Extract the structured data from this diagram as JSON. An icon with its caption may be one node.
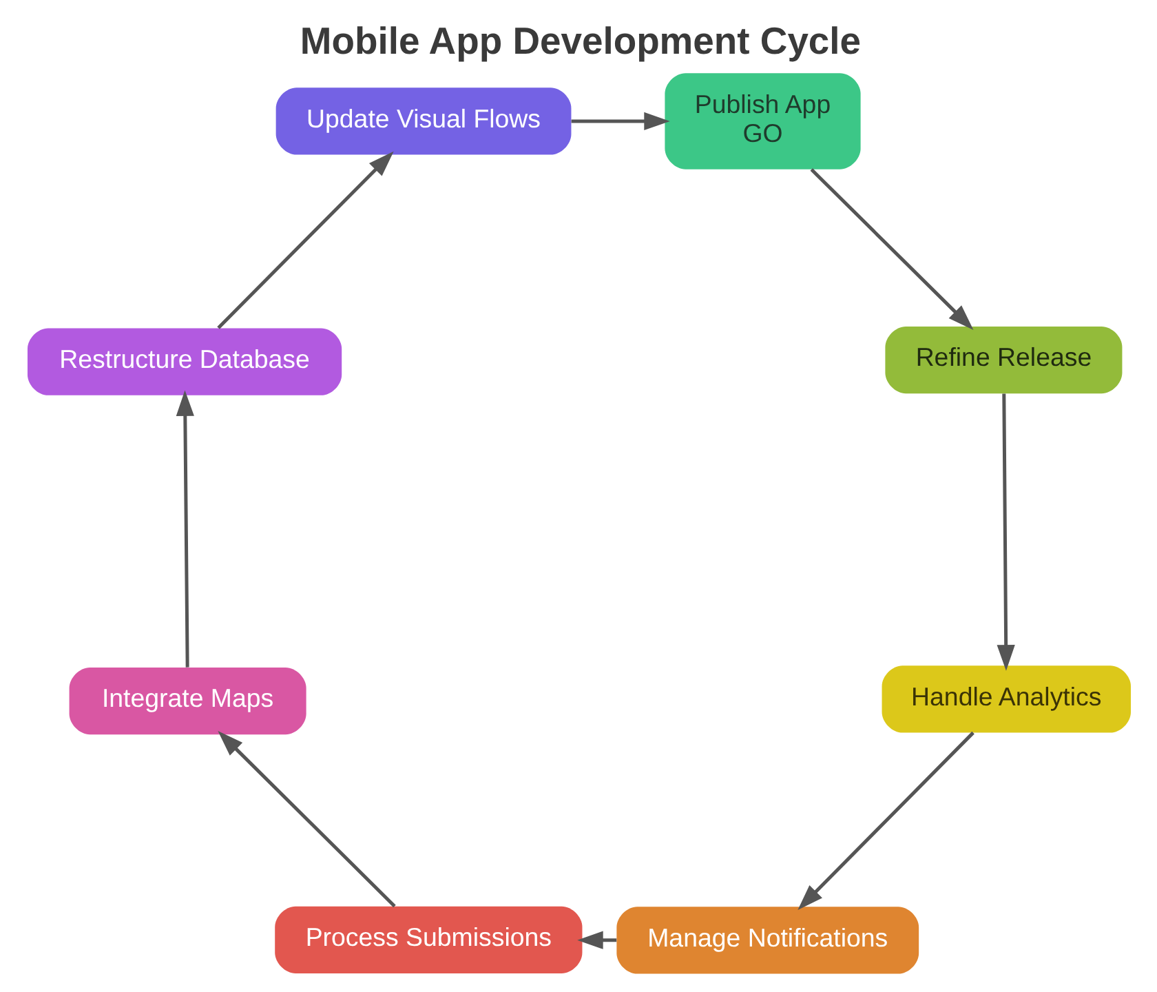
{
  "diagram": {
    "title": "Mobile App Development Cycle",
    "nodes": [
      {
        "text": [
          "Update Visual Flows"
        ]
      },
      {
        "text": [
          "Publish App",
          "GO"
        ]
      },
      {
        "text": [
          "Refine Release"
        ]
      },
      {
        "text": [
          "Handle Analytics"
        ]
      },
      {
        "text": [
          "Manage Notifications"
        ]
      },
      {
        "text": [
          "Process Submissions"
        ]
      },
      {
        "text": [
          "Integrate Maps"
        ]
      },
      {
        "text": [
          "Restructure Database"
        ]
      }
    ],
    "edges": [
      {
        "from": 0,
        "to": 1,
        "arrow": "to"
      },
      {
        "from": 1,
        "to": 2,
        "arrow": "to"
      },
      {
        "from": 2,
        "to": 3,
        "arrow": "to"
      },
      {
        "from": 3,
        "to": 4,
        "arrow": "to"
      },
      {
        "from": 4,
        "to": 5,
        "arrow": "to"
      },
      {
        "from": 5,
        "to": 6,
        "arrow": "to"
      },
      {
        "from": 6,
        "to": 7,
        "arrow": "to"
      },
      {
        "from": 7,
        "to": 0,
        "arrow": "to"
      }
    ]
  }
}
